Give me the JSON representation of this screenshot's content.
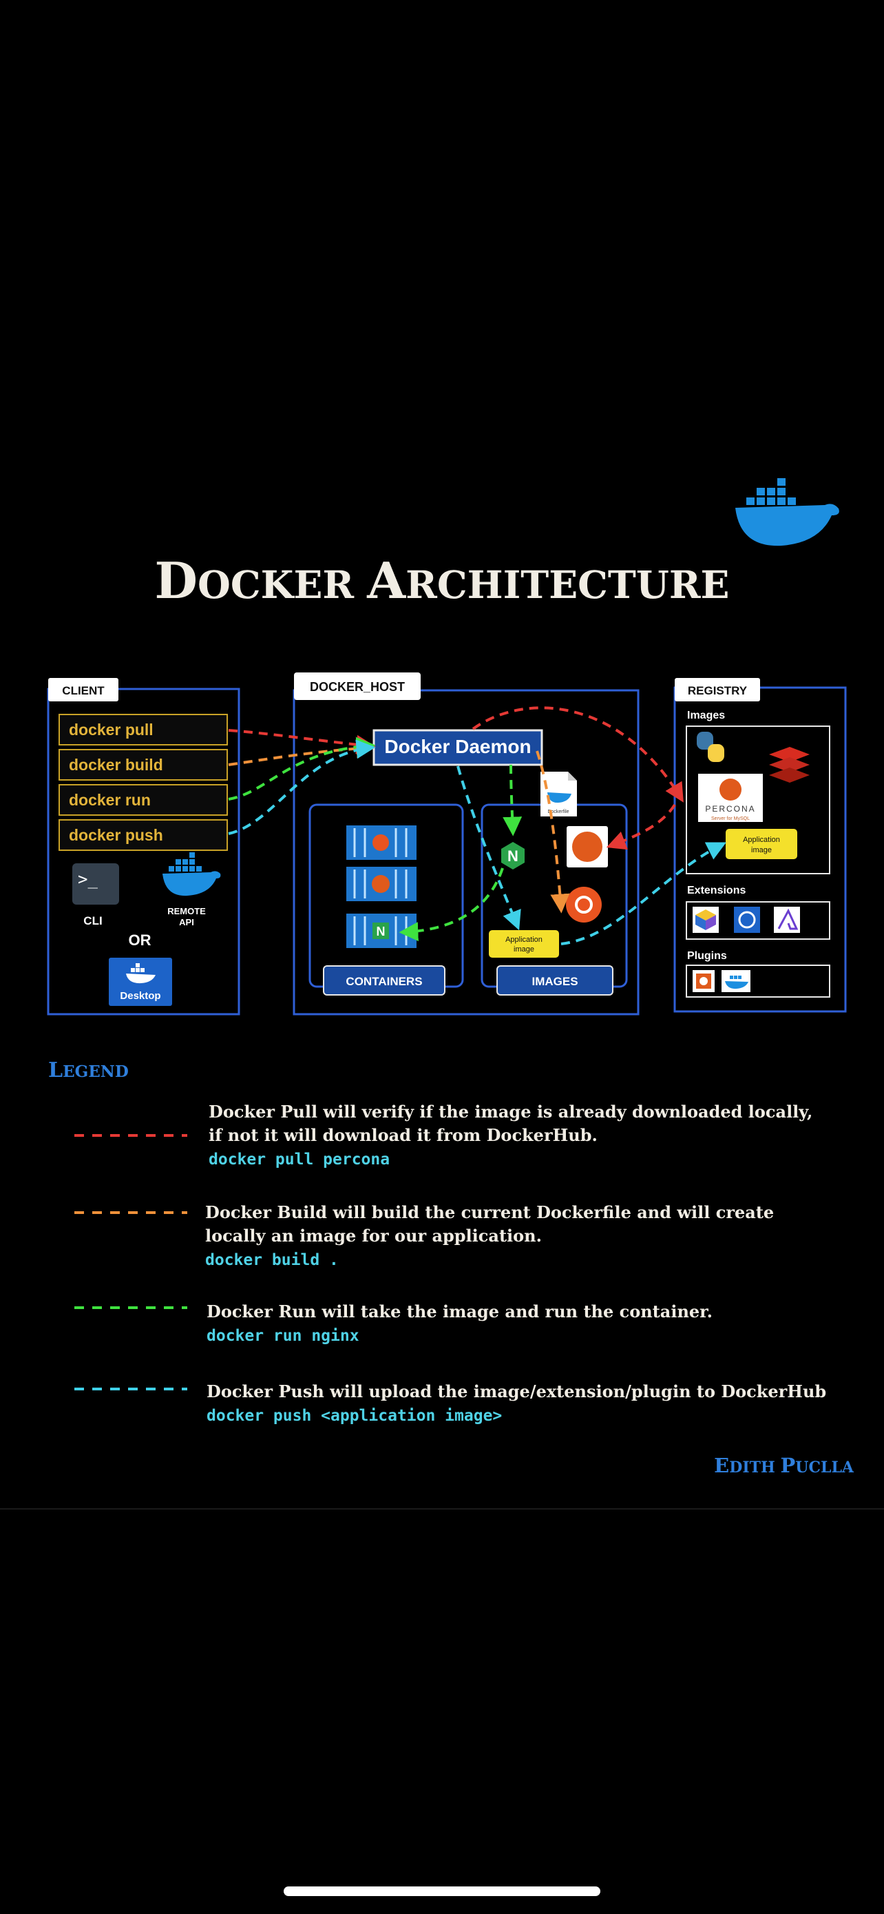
{
  "title": {
    "first_big": "D",
    "first_rest": "OCKER",
    "second_big": "A",
    "second_rest": "RCHITECTURE"
  },
  "client": {
    "label": "CLIENT",
    "commands": [
      "docker pull",
      "docker build",
      "docker run",
      "docker push"
    ],
    "cli_label": "CLI",
    "remote_api_label_1": "REMOTE",
    "remote_api_label_2": "API",
    "or_label": "OR",
    "desktop_label": "Desktop"
  },
  "host": {
    "label": "DOCKER_HOST",
    "daemon_label": "Docker Daemon",
    "containers_label": "CONTAINERS",
    "images_label": "IMAGES",
    "app_image_1": "Application",
    "app_image_2": "image",
    "dockerfile_label": "Dockerfile"
  },
  "registry": {
    "label": "REGISTRY",
    "images_label": "Images",
    "percona_label": "PERCONA",
    "percona_sub": "Server for MySQL",
    "app_image_1": "Application",
    "app_image_2": "image",
    "extensions_label": "Extensions",
    "plugins_label": "Plugins"
  },
  "legend": {
    "title_big": "L",
    "title_rest": "EGEND",
    "entries": [
      {
        "color": "#e53935",
        "lines": [
          "Docker Pull will verify if the image is already downloaded locally,",
          "if not it will download it from DockerHub."
        ],
        "command": "docker pull percona"
      },
      {
        "color": "#f0913a",
        "lines": [
          "Docker Build will build the current Dockerfile and will create",
          "locally an image for our application."
        ],
        "command": "docker build ."
      },
      {
        "color": "#3fe23f",
        "lines": [
          "Docker Run will take the image and run the container."
        ],
        "command": "docker run nginx"
      },
      {
        "color": "#3fd0e8",
        "lines": [
          "Docker Push will upload the image/extension/plugin to DockerHub"
        ],
        "command": "docker push <application image>"
      }
    ]
  },
  "author": {
    "first_big": "E",
    "first_rest": "DITH",
    "last_big": "P",
    "last_rest": "UCLLA"
  },
  "colors": {
    "box_border": "#2f5fd6",
    "command_border": "#c9a227",
    "daemon_fill": "#1a4a9e",
    "accent_blue": "#1d8fe0",
    "pull": "#e53935",
    "build": "#f0913a",
    "run": "#3fe23f",
    "push": "#3fd0e8",
    "legend_title": "#2f7fdc",
    "command_text": "#4fd2e6"
  }
}
